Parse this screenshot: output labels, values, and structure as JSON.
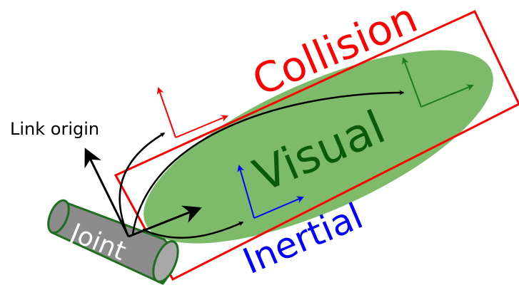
{
  "labels": {
    "collision": "Collision",
    "visual": "Visual",
    "inertial": "Inertial",
    "joint": "Joint",
    "link_origin": "Link origin"
  },
  "colors": {
    "collision": "#ff0000",
    "visual_fill": "#7dbb6a",
    "visual_text": "#0b5a0b",
    "visual_axes": "#1e7a1e",
    "inertial": "#0000ff",
    "joint_body": "#8c8c8c",
    "joint_outline": "#1e6e1e",
    "origin_axes": "#000000"
  },
  "icons": {
    "joint": "cylinder-icon"
  }
}
